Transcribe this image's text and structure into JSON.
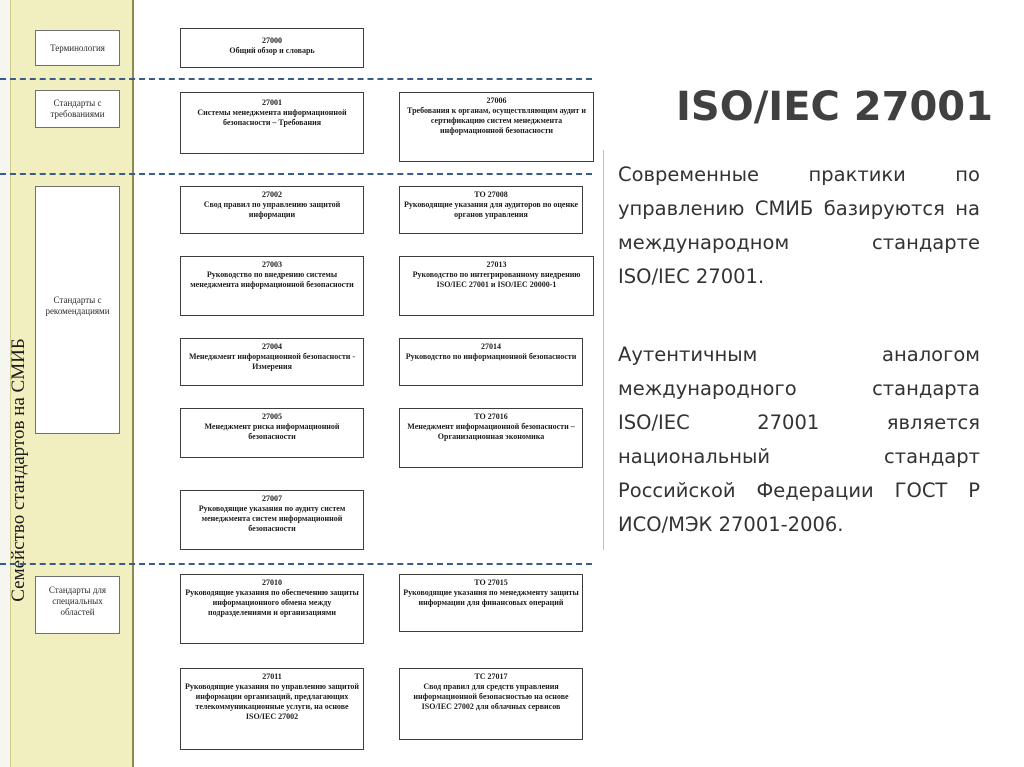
{
  "family_title": "Семейство стандартов на СМИБ",
  "categories": {
    "terminology": "Терминология",
    "requirements": "Стандарты с требованиями",
    "recommendations": "Стандарты с рекомендациями",
    "special": "Стандарты для специальных областей"
  },
  "standards": {
    "s27000": {
      "num": "27000",
      "text": "Общий обзор и словарь"
    },
    "s27001": {
      "num": "27001",
      "text": "Системы менеджмента информационной безопасности – Требования"
    },
    "s27006": {
      "num": "27006",
      "text": "Требования к органам, осуществляющим аудит и сертификацию систем менеджмента информационной безопасности"
    },
    "s27002": {
      "num": "27002",
      "text": "Свод правил по управлению защитой информации"
    },
    "s27008": {
      "num": "ТО 27008",
      "text": "Руководящие указания для аудиторов по оценке органов управления"
    },
    "s27003": {
      "num": "27003",
      "text": "Руководство по внедрению системы менеджмента информационной безопасности"
    },
    "s27013": {
      "num": "27013",
      "text": "Руководство по интегрированному внедрению ISO/IEC 27001 и ISO/IEC 20000-1"
    },
    "s27004": {
      "num": "27004",
      "text": "Менеджмент информационной безопасности - Измерения"
    },
    "s27014": {
      "num": "27014",
      "text": "Руководство по информационной безопасности"
    },
    "s27005": {
      "num": "27005",
      "text": "Менеджмент риска информационной безопасности"
    },
    "s27016": {
      "num": "ТО 27016",
      "text": "Менеджмент информационной безопасности – Организационная экономика"
    },
    "s27007": {
      "num": "27007",
      "text": "Руководящие указания по аудиту систем менеджмента систем информационной безопасности"
    },
    "s27010": {
      "num": "27010",
      "text": "Руководящие указания по обеспечению защиты информационного обмена между подразделениями и организациями"
    },
    "s27015": {
      "num": "ТО 27015",
      "text": "Руководящие указания по менеджменту защиты информации для финансовых операций"
    },
    "s27011": {
      "num": "27011",
      "text": "Руководящие указания по управлению защитой информации организаций, предлагающих телекоммуникационные услуги, на основе ISO/IEC 27002"
    },
    "s27017": {
      "num": "ТС 27017",
      "text": "Свод правил для средств управления информационной безопасностью на основе ISO/IEC 27002 для облачных сервисов"
    }
  },
  "heading": "ISO/IEC 27001",
  "paragraph1": "Современные практики по управлению СМИБ базируются на международном стандарте ISO/IEC 27001.",
  "paragraph2": "Аутентичным аналогом международного стандарта ISO/IEC 27001 является национальный стандарт Российской Федерации ГОСТ Р ИСО/МЭК 27001-2006."
}
